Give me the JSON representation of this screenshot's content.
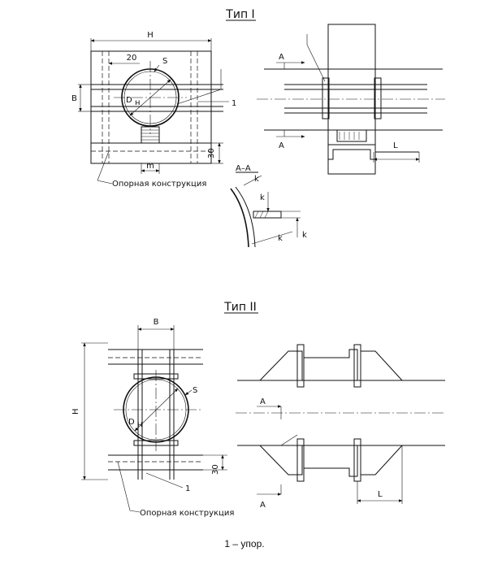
{
  "type1": {
    "title": "Тип I",
    "dim_H": "H",
    "dim_20": "20",
    "dim_S": "S",
    "dim_B": "B",
    "dim_D": "D",
    "dim_D_sub": "н",
    "dim_30": "30",
    "dim_m": "m",
    "leader_1": "1",
    "support_label": "Опорная конструкция",
    "section_top": "A",
    "section_bottom": "A",
    "dim_L": "L",
    "section_title": "A–A",
    "k1": "k",
    "k2": "k",
    "k3": "k",
    "k4": "k"
  },
  "type2": {
    "title": "Тип II",
    "dim_B": "B",
    "dim_H": "H",
    "dim_S": "S",
    "dim_D": "D",
    "dim_D_sub": "н",
    "dim_30": "30",
    "leader_1": "1",
    "support_label": "Опорная конструкция",
    "section_top": "A",
    "section_bottom": "A",
    "dim_L": "L"
  },
  "caption": "1 – упор."
}
